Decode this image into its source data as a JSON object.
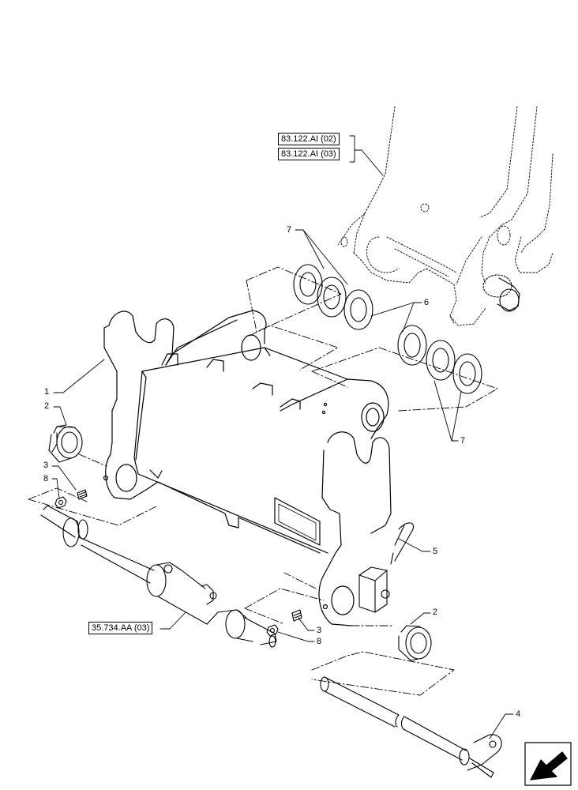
{
  "references": {
    "ref_1": "83.122.AI (02)",
    "ref_2": "83.122.AI (03)",
    "ref_3": "35.734.AA (03)"
  },
  "callouts": {
    "c1": "1",
    "c2a": "2",
    "c2b": "2",
    "c3a": "3",
    "c3b": "3",
    "c4": "4",
    "c5": "5",
    "c6": "6",
    "c7a": "7",
    "c7b": "7",
    "c8a": "8",
    "c8b": "8"
  },
  "nav_icon": "direction-arrow-icon"
}
